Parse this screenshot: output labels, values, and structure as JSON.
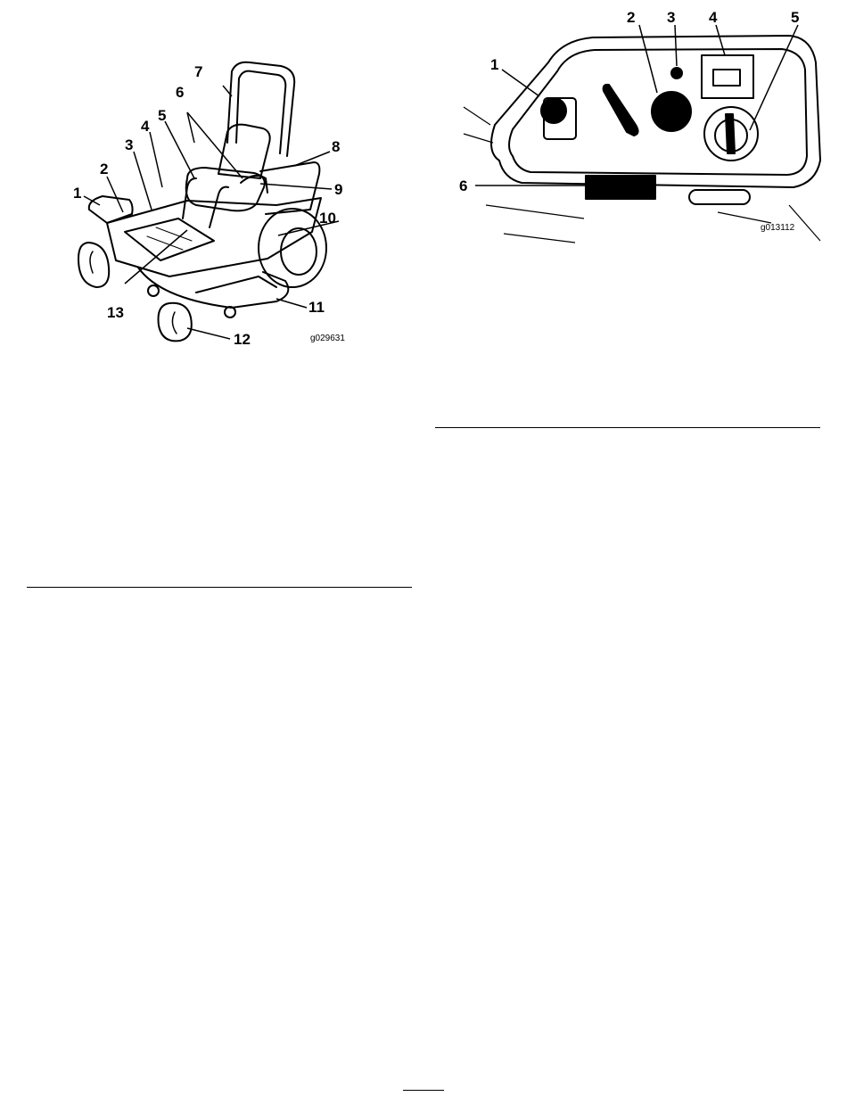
{
  "figure_left": {
    "code": "g029631",
    "callouts": [
      "1",
      "2",
      "3",
      "4",
      "5",
      "6",
      "7",
      "8",
      "9",
      "10",
      "11",
      "12",
      "13"
    ]
  },
  "figure_right": {
    "code": "g013112",
    "callouts": [
      "1",
      "2",
      "3",
      "4",
      "5",
      "6"
    ]
  }
}
